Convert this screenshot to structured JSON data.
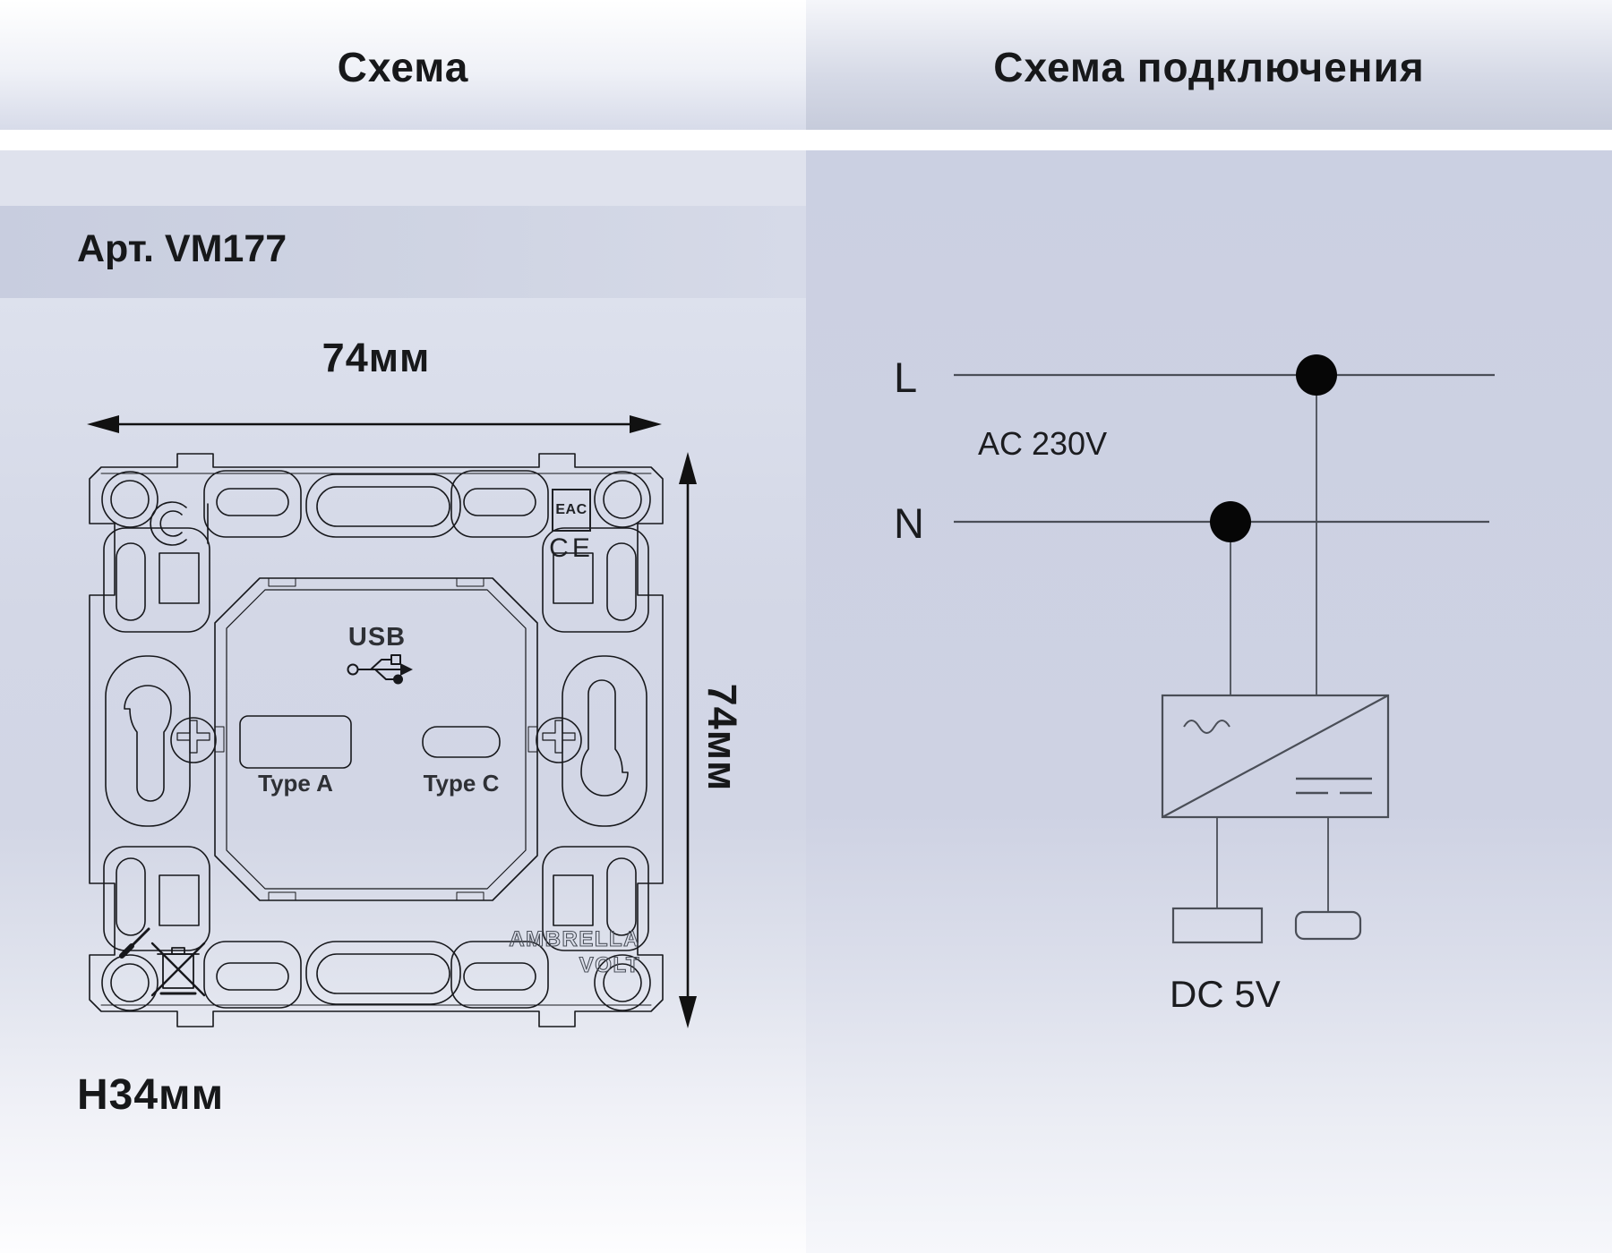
{
  "headers": {
    "left": "Схема",
    "right": "Схема подключения"
  },
  "product": {
    "article": "Арт. VM177"
  },
  "dimensions": {
    "width_label": "74мм",
    "height_label": "74мм",
    "depth_label": "H34мм"
  },
  "device_markings": {
    "usb_label": "USB",
    "port_a_label": "Type A",
    "port_c_label": "Type C",
    "brand_line1": "AMBRELLA",
    "brand_line2": "VOLT",
    "cert_eac": "EAC",
    "cert_ce": "CE"
  },
  "wiring": {
    "line_live": "L",
    "line_neutral": "N",
    "input_label": "AC 230V",
    "output_label": "DC 5V"
  },
  "icons": {
    "usb_trident": "usb-trident-icon",
    "phillips_screw": "phillips-screw-icon",
    "screwdriver": "screwdriver-icon",
    "weee_bin": "weee-crossed-bin-icon",
    "dimension_arrows": "double-headed-arrow-icon",
    "ac_wave": "ac-sine-icon",
    "dc_bars": "dc-bars-icon"
  },
  "colors": {
    "panel_right_bg": "#ccd1e2",
    "panel_left_band": "#cfd4e3",
    "white_strip": "#ffffff",
    "drawing_stroke": "#17181c",
    "wire_stroke": "#4a4e57",
    "junction_dot": "#060606",
    "text": "#17181a"
  }
}
